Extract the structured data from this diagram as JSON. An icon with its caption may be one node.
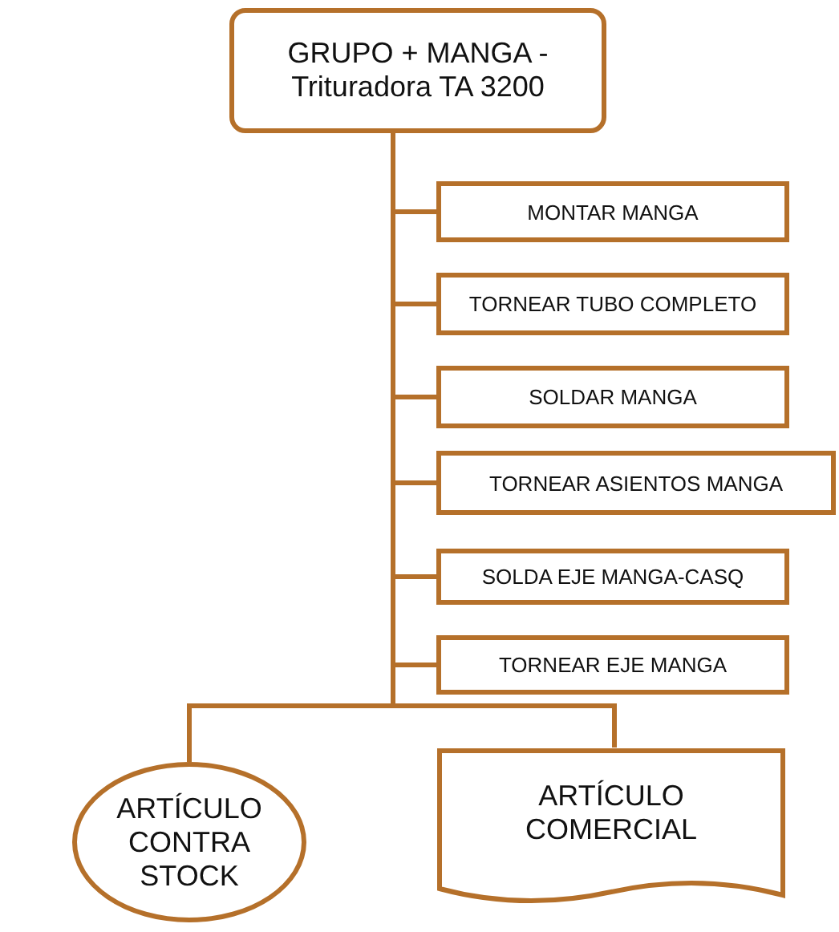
{
  "diagram": {
    "nodes": [
      {
        "text": [
          "GRUPO + MANGA - Trituradora TA 3200"
        ]
      },
      {
        "text": [
          "MONTAR MANGA"
        ]
      },
      {
        "text": [
          "TORNEAR TUBO COMPLETO"
        ]
      },
      {
        "text": [
          "SOLDAR MANGA"
        ]
      },
      {
        "text": [
          "TORNEAR ASIENTOS MANGA"
        ]
      },
      {
        "text": [
          "SOLDA EJE MANGA-CASQ"
        ]
      },
      {
        "text": [
          "TORNEAR EJE MANGA"
        ]
      },
      {
        "text": [
          "ARTÍCULO CONTRA STOCK"
        ]
      },
      {
        "text": [
          "ARTÍCULO COMERCIAL"
        ]
      }
    ],
    "edges": [
      {
        "from": 0,
        "to": 1,
        "arrow": "none"
      },
      {
        "from": 0,
        "to": 2,
        "arrow": "none"
      },
      {
        "from": 0,
        "to": 3,
        "arrow": "none"
      },
      {
        "from": 0,
        "to": 4,
        "arrow": "none"
      },
      {
        "from": 0,
        "to": 5,
        "arrow": "none"
      },
      {
        "from": 0,
        "to": 6,
        "arrow": "none"
      },
      {
        "from": 0,
        "to": 7,
        "arrow": "none"
      },
      {
        "from": 0,
        "to": 8,
        "arrow": "none"
      }
    ]
  }
}
